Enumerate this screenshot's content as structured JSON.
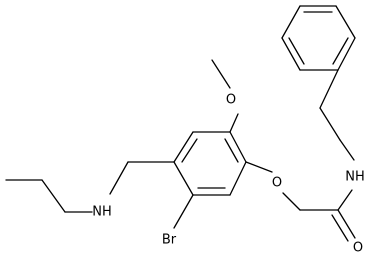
{
  "molecule": {
    "atoms": {
      "oxygen_methoxy": "O",
      "oxygen_ether": "O",
      "oxygen_carbonyl": "O",
      "nitrogen_amide": "NH",
      "nitrogen_amine": "NH",
      "bromine": "Br"
    }
  }
}
